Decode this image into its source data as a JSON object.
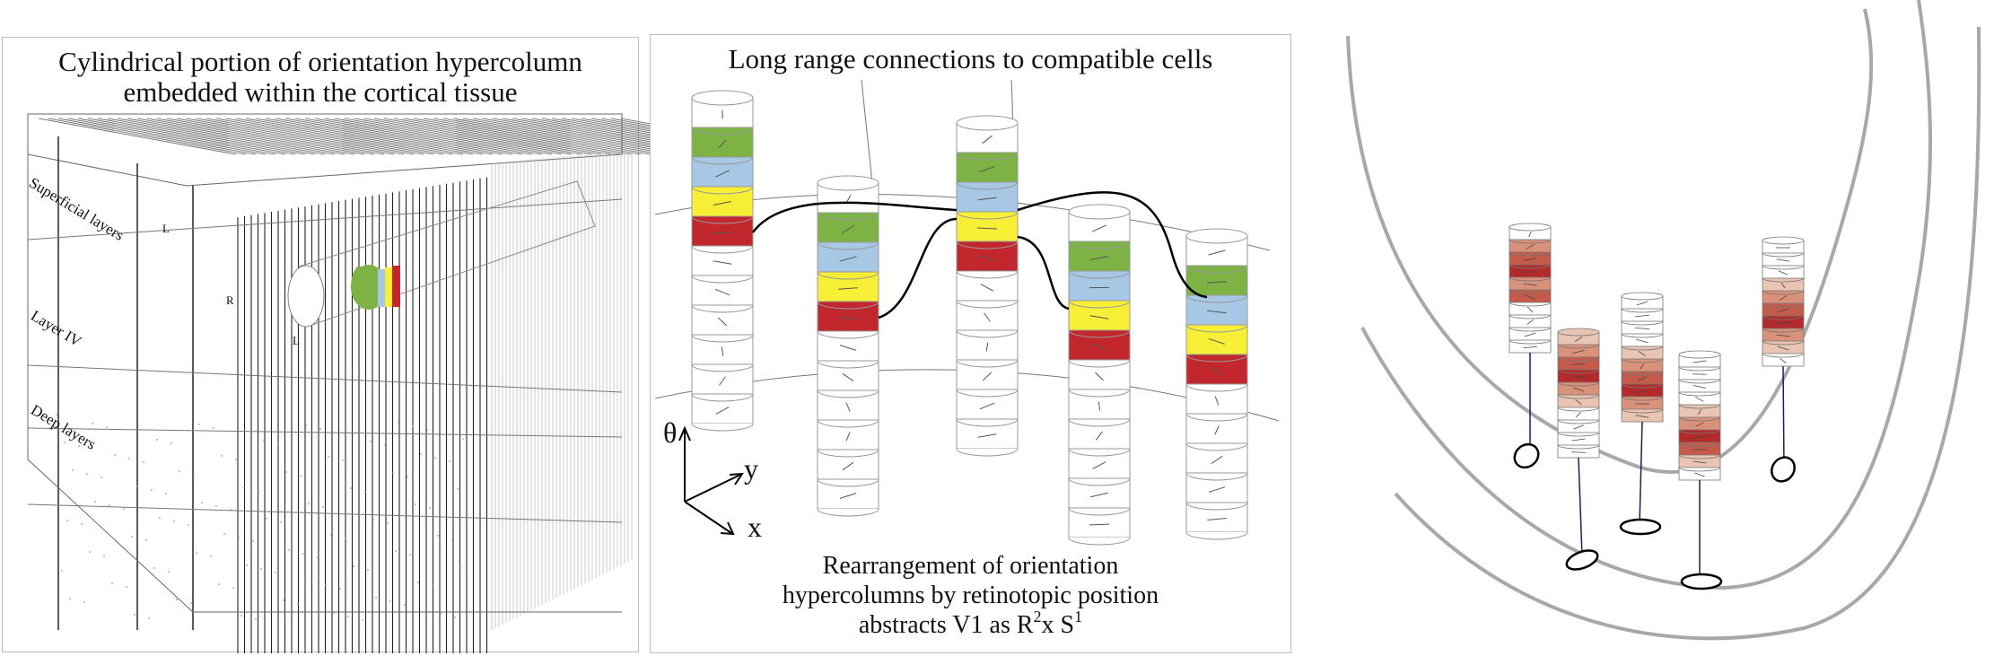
{
  "panel_left": {
    "title_line1": "Cylindrical portion of orientation hypercolumn",
    "title_line2": "embedded within the cortical tissue",
    "labels": {
      "superficial": "Superficial layers",
      "layer4": "Layer IV",
      "deep": "Deep layers",
      "L1": "L",
      "R": "R",
      "L2": "L"
    }
  },
  "panel_middle": {
    "title": "Long range connections to compatible cells",
    "caption_line1": "Rearrangement of orientation",
    "caption_line2": "hypercolumns by retinotopic position",
    "caption_line3_prefix": "abstracts V1 as R",
    "caption_exp1": "2",
    "caption_mid": "x S",
    "caption_exp2": "1",
    "axes": {
      "theta": "θ",
      "y": "y",
      "x": "x"
    }
  },
  "colors": {
    "green": "#7db345",
    "blue": "#a7c8e4",
    "yellow": "#f7ef35",
    "red": "#c1272d",
    "curve_gray": "#a8a8a8"
  }
}
